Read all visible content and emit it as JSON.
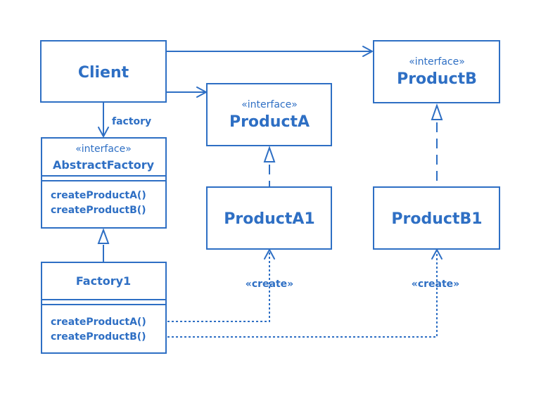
{
  "colors": {
    "accent": "#2e6fc4",
    "background": "#ffffff"
  },
  "client": {
    "name": "Client"
  },
  "product_a": {
    "stereotype": "«interface»",
    "name": "ProductA"
  },
  "product_b": {
    "stereotype": "«interface»",
    "name": "ProductB"
  },
  "abstract_factory": {
    "stereotype": "«interface»",
    "name": "AbstractFactory",
    "operations": [
      "createProductA()",
      "createProductB()"
    ]
  },
  "factory1": {
    "name": "Factory1",
    "operations": [
      "createProductA()",
      "createProductB()"
    ]
  },
  "product_a1": {
    "name": "ProductA1"
  },
  "product_b1": {
    "name": "ProductB1"
  },
  "labels": {
    "factory": "factory",
    "create_a": "«create»",
    "create_b": "«create»"
  }
}
